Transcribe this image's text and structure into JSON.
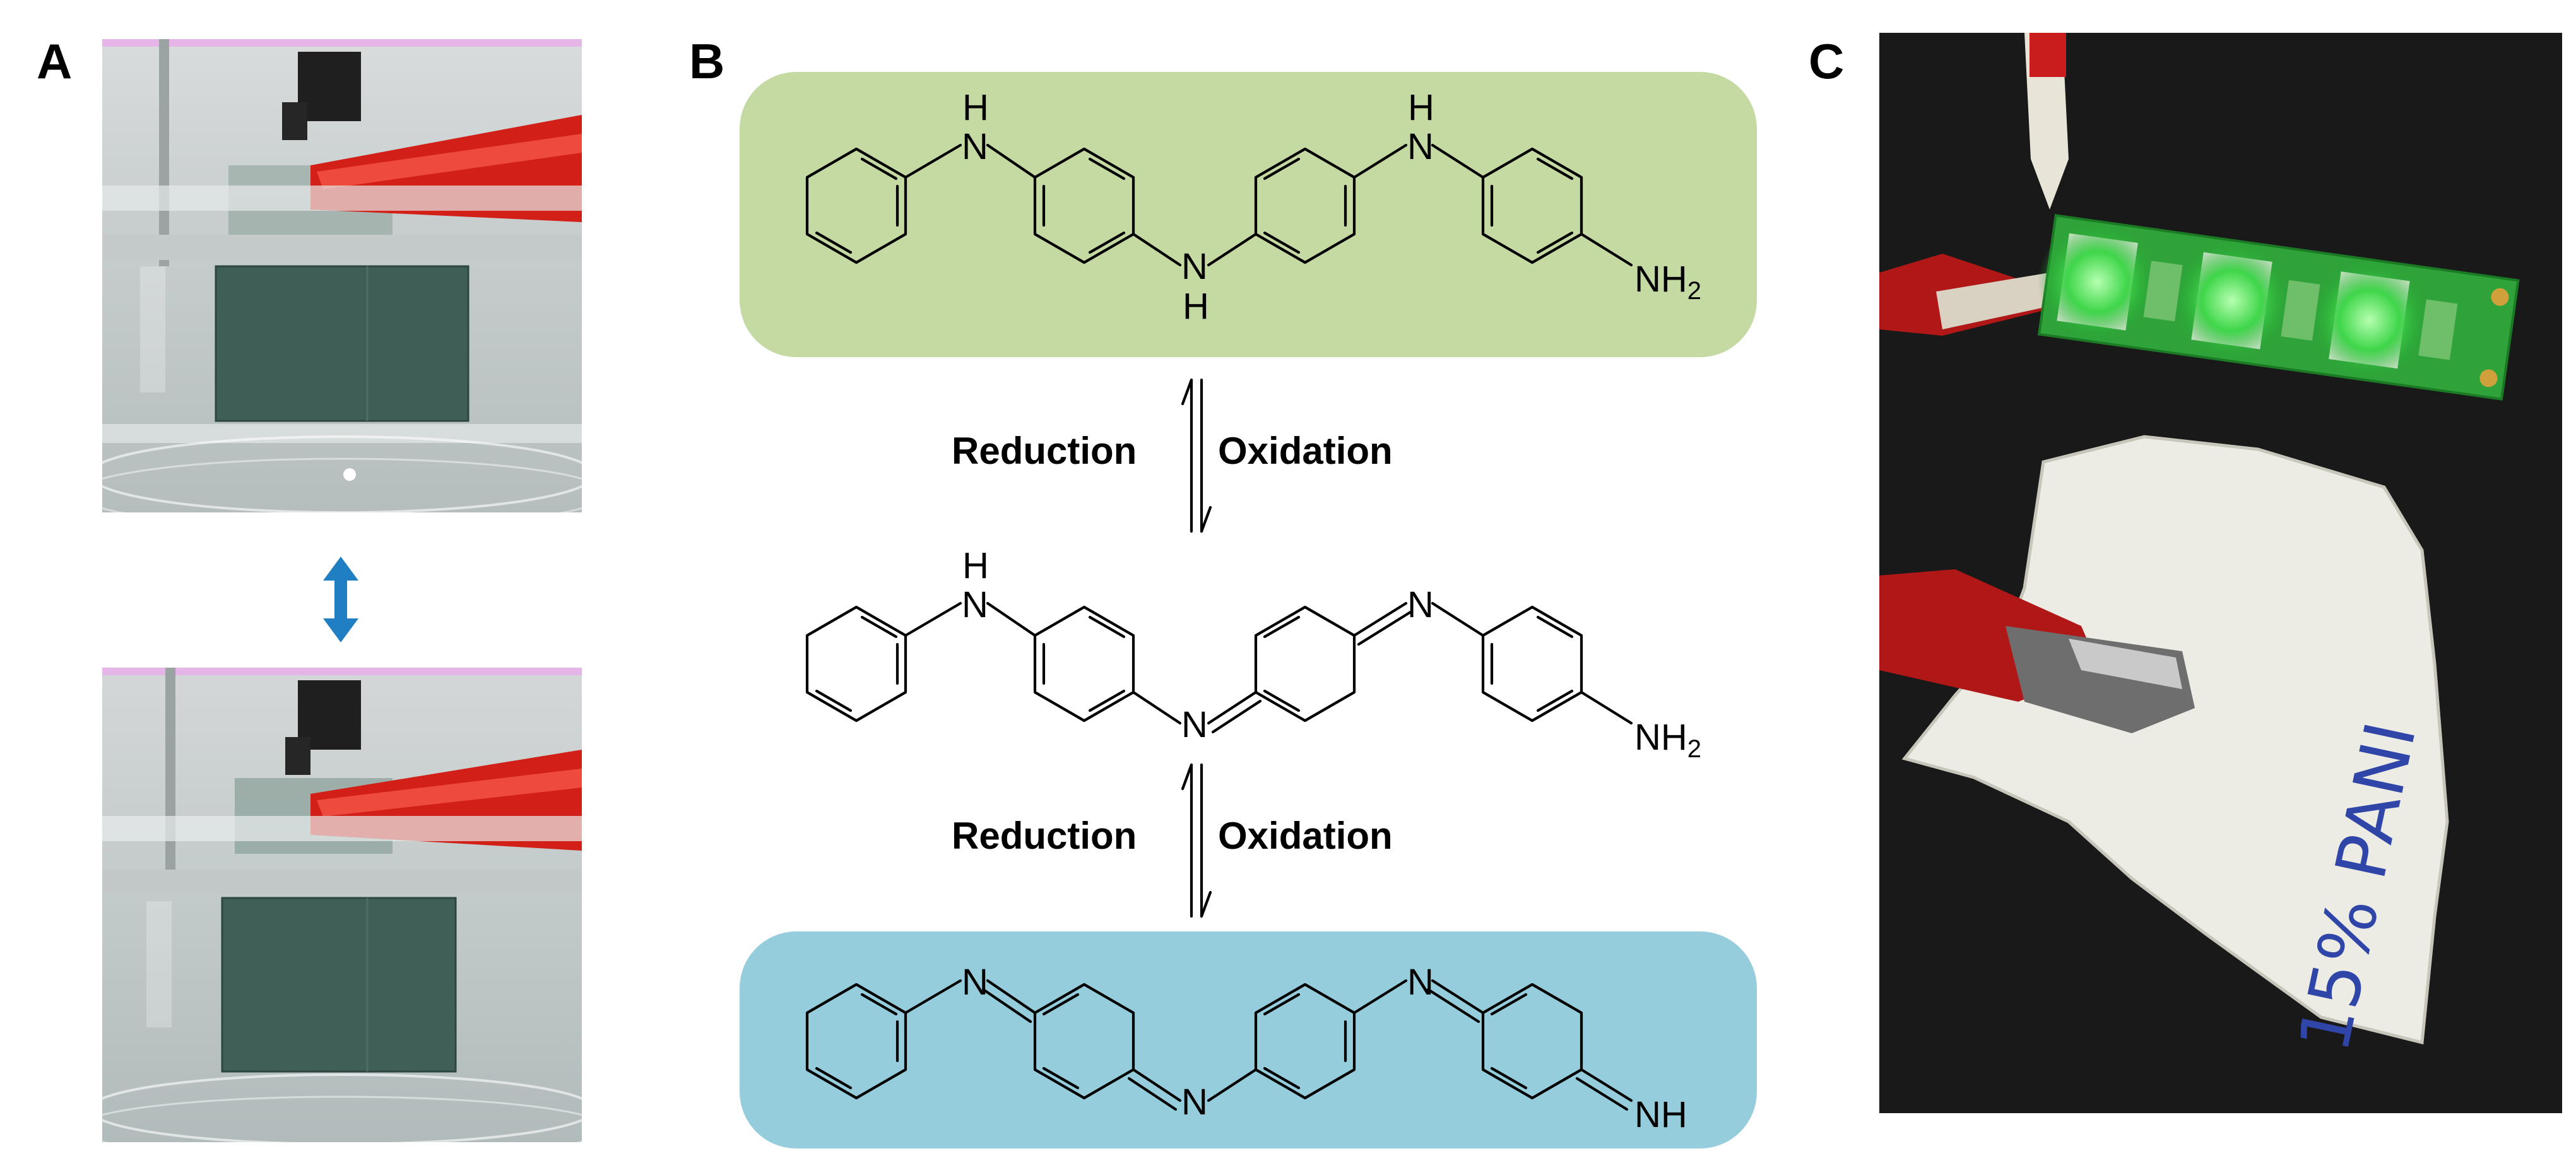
{
  "panels": {
    "a": {
      "letter": "A"
    },
    "b": {
      "letter": "B"
    },
    "c": {
      "letter": "C"
    }
  },
  "panel_b": {
    "colors": {
      "top_box": "#c5d9a2",
      "bottom_box": "#96cddd"
    },
    "step1": {
      "left_label": "Reduction",
      "right_label": "Oxidation"
    },
    "step2": {
      "left_label": "Reduction",
      "right_label": "Oxidation"
    },
    "atoms": {
      "H": "H",
      "N": "N",
      "NH2_main": "NH",
      "NH2_sub": "2",
      "NH": "NH"
    }
  },
  "panel_c": {
    "fabric_text": "15% PANI"
  },
  "panel_a": {
    "arrow_color": "#1f7fc2"
  }
}
